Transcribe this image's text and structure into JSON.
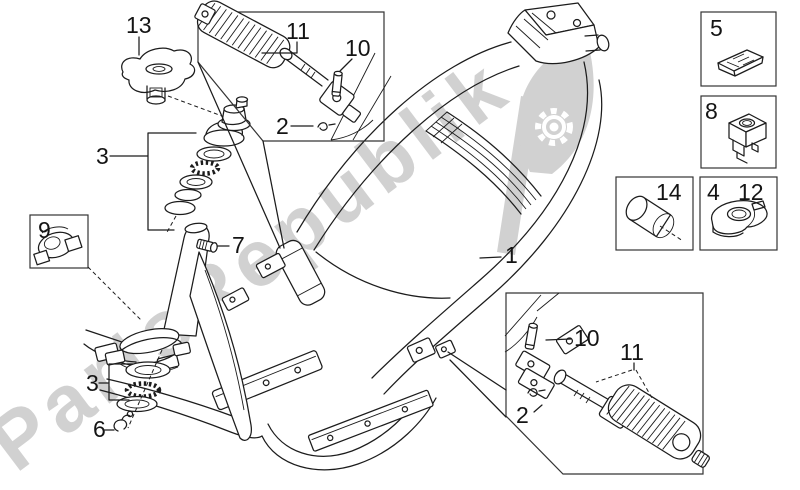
{
  "watermark": {
    "text": "PartsRepublik",
    "tint": "#c9c9c9",
    "logo": "gear-leaf-icon"
  },
  "callouts": {
    "frame": "1",
    "clip_front": "2",
    "bearing_set_upper": "3",
    "speed_nut_4": "4",
    "plate_5": "5",
    "clip_6": "6",
    "screw_7": "7",
    "cage_nut_8": "8",
    "clamp_9": "9",
    "pin_front": "10",
    "footrest_front": "11",
    "speed_nut_12": "12",
    "bracket_13": "13",
    "sleeve_14": "14",
    "bearing_set_lower": "3",
    "pin_rear": "10",
    "footrest_rear": "11",
    "clip_rear": "2"
  }
}
